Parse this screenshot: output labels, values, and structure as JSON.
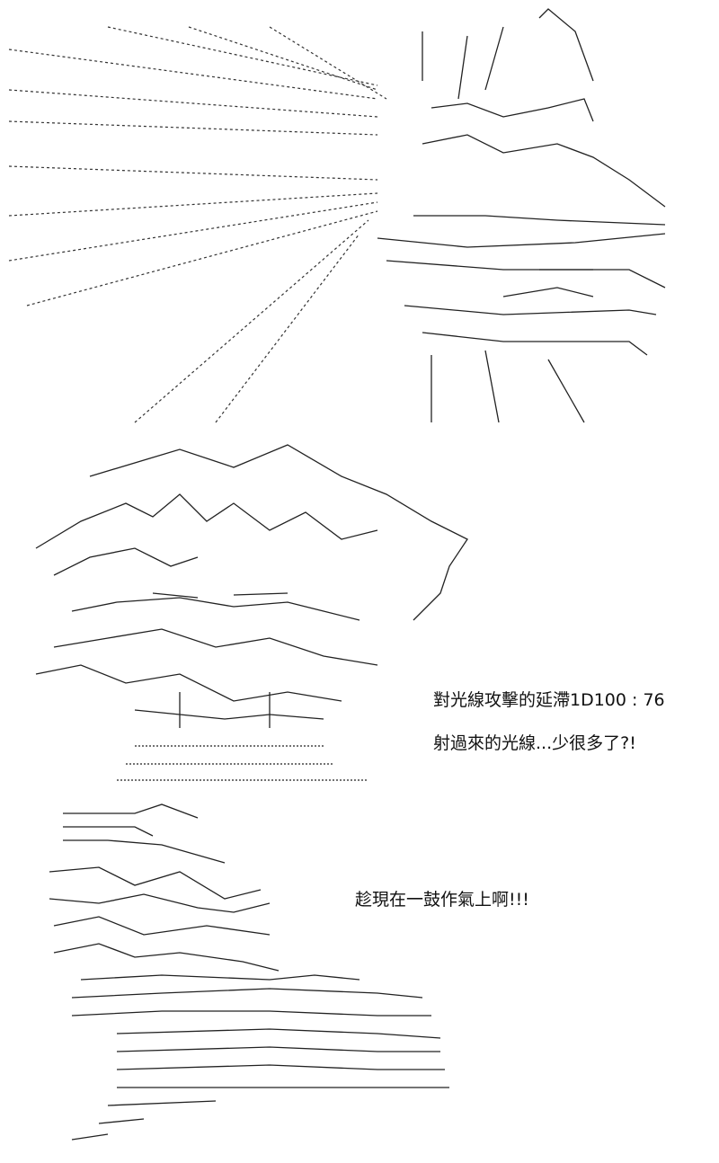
{
  "panels": [
    {
      "caption": ""
    },
    {
      "caption_lines": [
        "對光線攻擊的延滯1D100 : 76",
        "射過來的光線...少很多了?!"
      ]
    },
    {
      "caption_lines": [
        "趁現在一鼓作氣上啊!!!"
      ]
    }
  ],
  "colors": {
    "ink": "#222222",
    "background": "#ffffff"
  }
}
